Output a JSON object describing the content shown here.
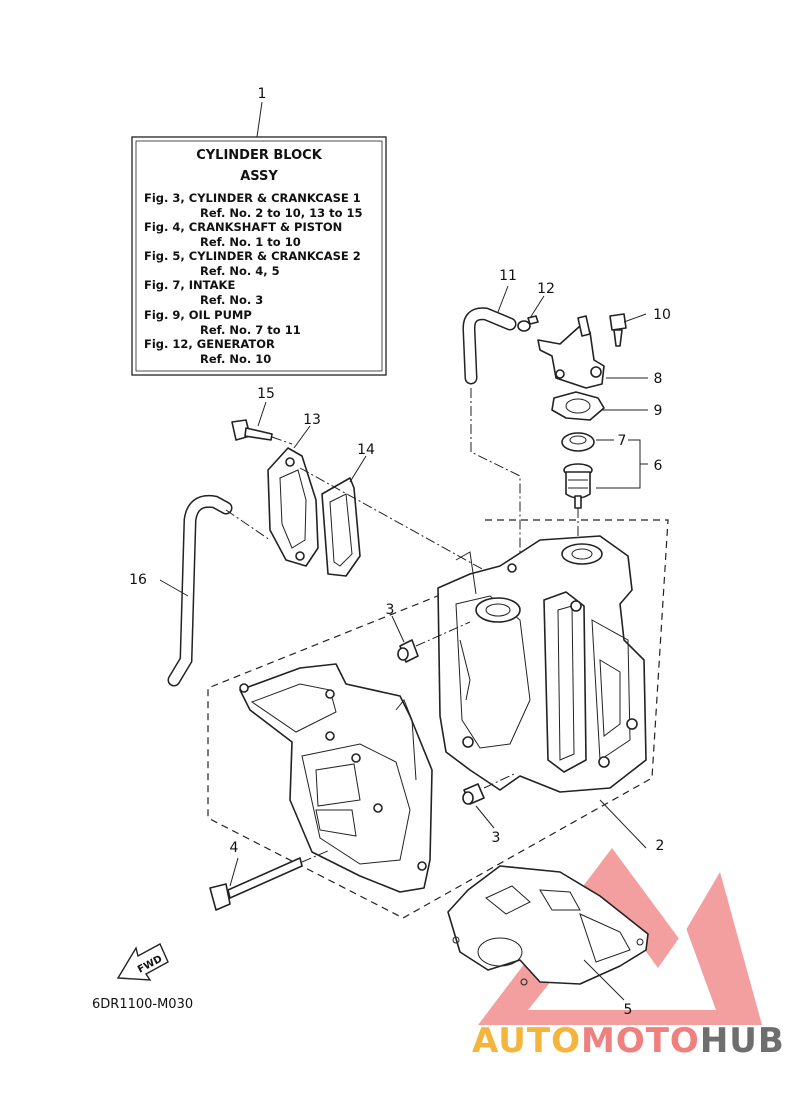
{
  "info_box": {
    "title_line1": "CYLINDER BLOCK",
    "title_line2": "ASSY",
    "lines": [
      "Fig. 3, CYLINDER & CRANKCASE 1",
      "Ref. No. 2 to 10, 13 to 15",
      "Fig. 4, CRANKSHAFT & PISTON",
      "Ref. No. 1 to 10",
      "Fig. 5, CYLINDER & CRANKCASE 2",
      "Ref. No. 4, 5",
      "Fig. 7, INTAKE",
      "Ref. No. 3",
      "Fig. 9, OIL PUMP",
      "Ref. No. 7 to 11",
      "Fig. 12, GENERATOR",
      "Ref. No. 10"
    ]
  },
  "callouts": {
    "c1": "1",
    "c2": "2",
    "c3a": "3",
    "c3b": "3",
    "c4": "4",
    "c5": "5",
    "c6": "6",
    "c7": "7",
    "c8": "8",
    "c9": "9",
    "c10": "10",
    "c11": "11",
    "c12": "12",
    "c13": "13",
    "c14": "14",
    "c15": "15",
    "c16": "16"
  },
  "fwd_label": "FWD",
  "diagram_code": "6DR1100-M030",
  "watermark": {
    "part1": "AUTO",
    "part2": "MOTO",
    "part3": "HUB",
    "color_orange": "#f5b53d",
    "color_red": "#f07f7f",
    "color_gray": "#6e6e6e"
  }
}
